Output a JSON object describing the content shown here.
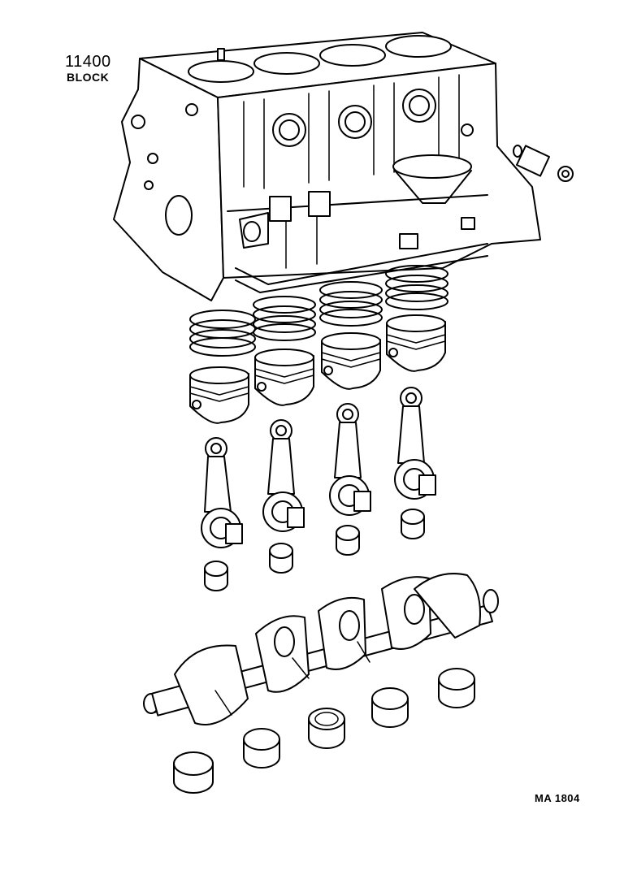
{
  "diagram": {
    "part_number": "11400",
    "part_name": "BLOCK",
    "reference_code": "MA 1804"
  },
  "parts": {
    "cylinder_count": 4,
    "ring_set_count": 4,
    "piston_count": 4,
    "connecting_rod_count": 4,
    "rod_bearing_count": 4,
    "main_bearing_count": 5
  }
}
